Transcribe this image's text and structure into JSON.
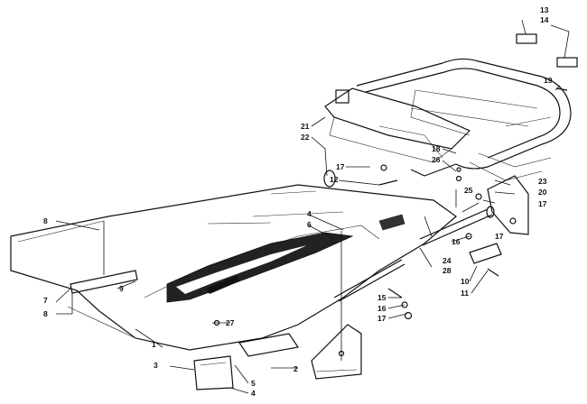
{
  "callouts": {
    "c1": "1",
    "c2": "2",
    "c3": "3",
    "c4a": "4",
    "c4b": "4",
    "c5": "5",
    "c6": "6",
    "c7": "7",
    "c8a": "8",
    "c8b": "8",
    "c9": "9",
    "c10": "10",
    "c11": "11",
    "c12": "12",
    "c13": "13",
    "c14": "14",
    "c15": "15",
    "c16a": "16",
    "c16b": "16",
    "c17a": "17",
    "c17b": "17",
    "c17c": "17",
    "c17d": "17",
    "c18": "18",
    "c19": "19",
    "c20": "20",
    "c21": "21",
    "c22": "22",
    "c23": "23",
    "c24": "24",
    "c25": "25",
    "c26": "26",
    "c27": "27",
    "c28": "28"
  },
  "colors": {
    "ink": "#111111",
    "paper": "#ffffff"
  }
}
